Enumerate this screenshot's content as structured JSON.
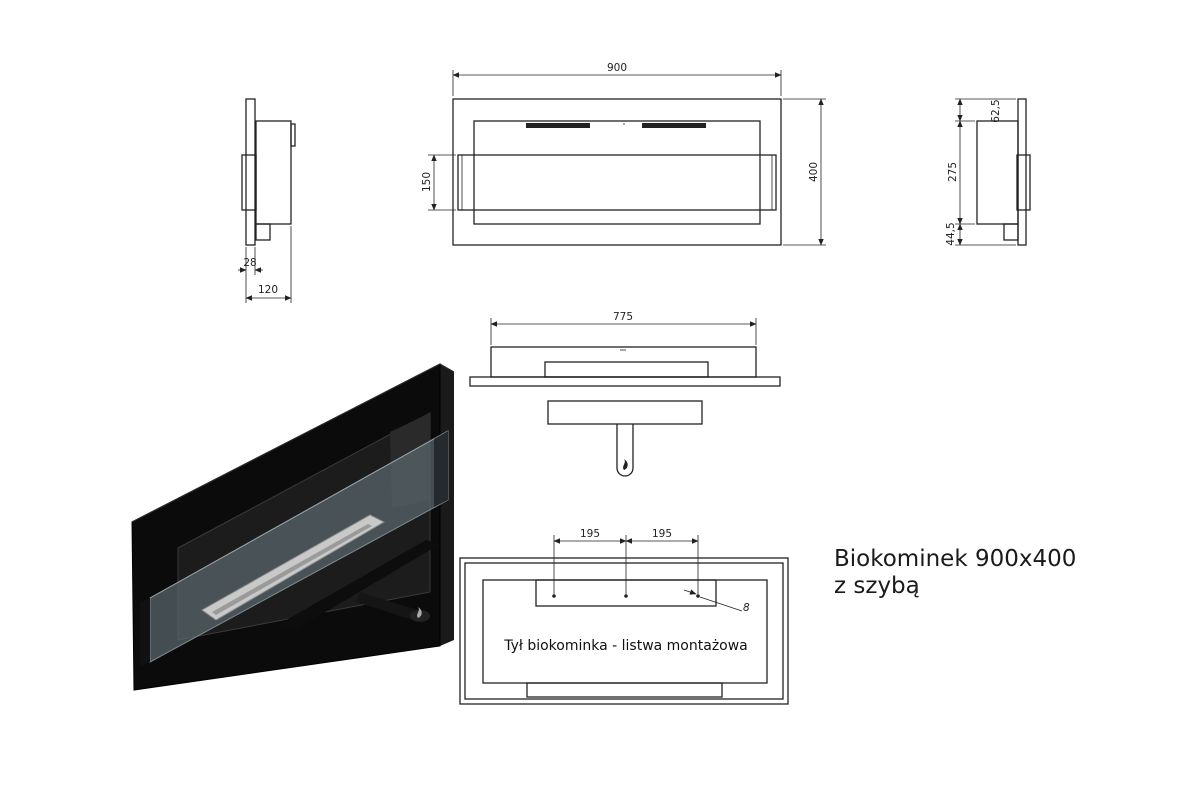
{
  "title": {
    "line1": "Biokominek 900x400",
    "line2": "z szybą"
  },
  "dimensions": {
    "front_width": "900",
    "front_height": "400",
    "glass_height": "150",
    "side_depth": "120",
    "side_wall_offset": "28",
    "right_top": "62,5",
    "right_body": "275",
    "right_bottom": "44,5",
    "top_view_width": "775",
    "back_spacing_left": "195",
    "back_spacing_right": "195",
    "hole_diameter": "8"
  },
  "back_view_label": "Tył biokominka - listwa montażowa",
  "colors": {
    "line": "#222222",
    "body_black": "#0b0b0b",
    "glass": "#5d6a70",
    "burner": "#c9c9c9"
  }
}
